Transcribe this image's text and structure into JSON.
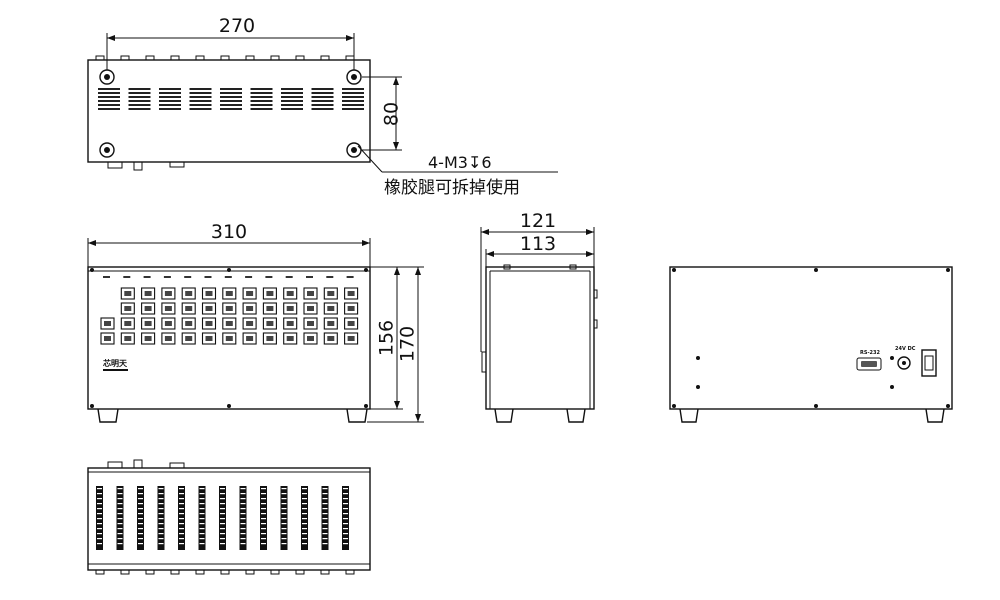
{
  "dimensions": {
    "top_width": "270",
    "top_depth": "80",
    "front_width": "310",
    "front_inner_height": "156",
    "front_outer_height": "170",
    "side_outer_depth": "121",
    "side_inner_depth": "113"
  },
  "notes": {
    "mount_holes": "4-M3↧6",
    "rubber_feet": "橡胶腿可拆掉使用"
  },
  "labels": {
    "brand": "芯明天",
    "rs232": "RS-232",
    "power": "24V DC"
  }
}
